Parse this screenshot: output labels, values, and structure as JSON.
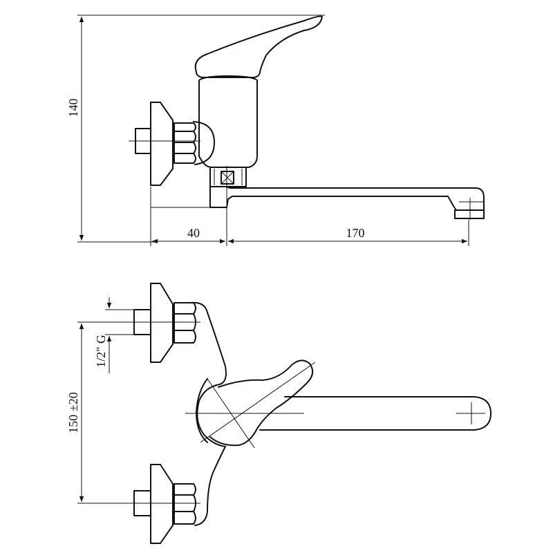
{
  "dimensions": {
    "height": "140",
    "wall_offset": "40",
    "spout_reach": "170",
    "connection_spacing": "150 ±20",
    "thread": "1/2\" G"
  }
}
